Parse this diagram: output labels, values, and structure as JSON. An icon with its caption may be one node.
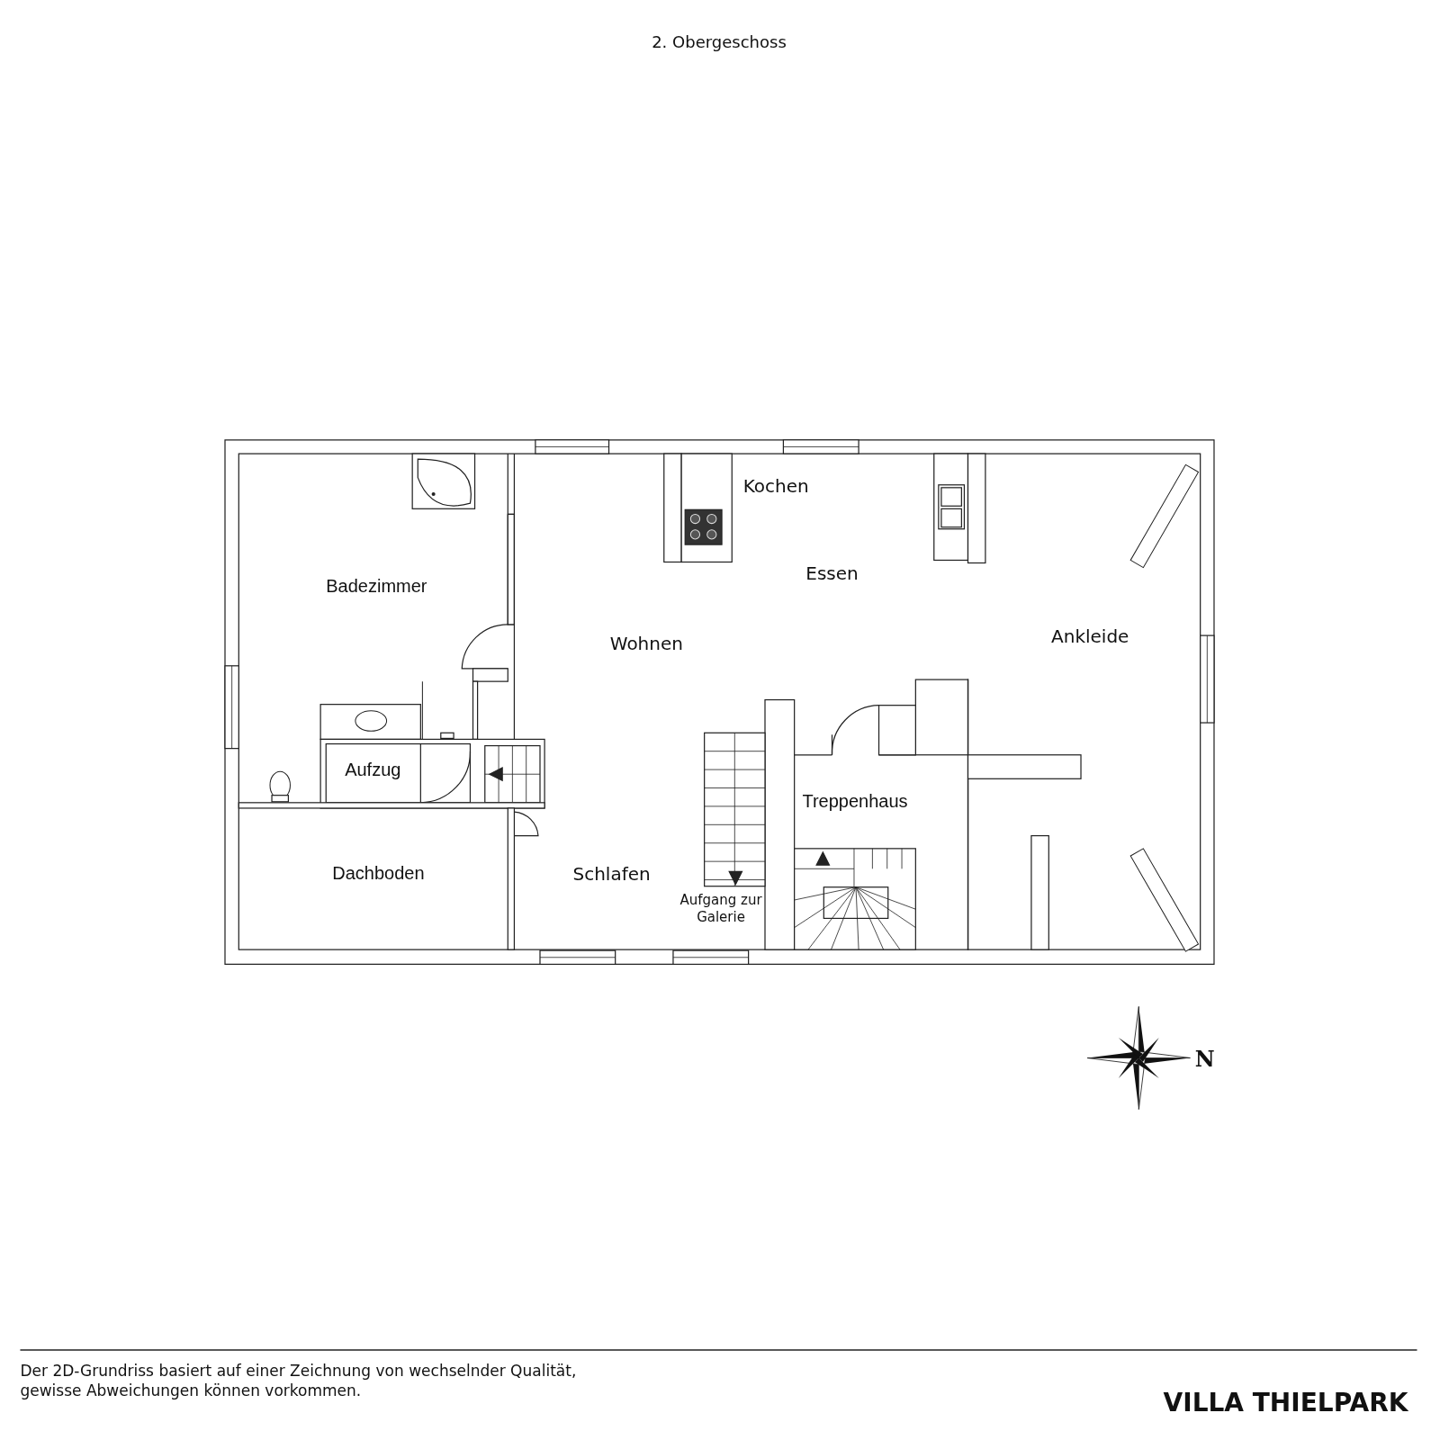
{
  "diagram": {
    "title": "2. Obergeschoss",
    "labels": [
      "Kochen",
      "Essen",
      "Badezimmer",
      "Wohnen",
      "Ankleide",
      "Aufzug",
      "Treppenhaus",
      "Dachboden",
      "Schlafen",
      "Aufgang zur Galerie",
      "N",
      "Der 2D-Grundriss basiert auf einer Zeichnung von wechselnder Qualität, gewisse Abweichungen können vorkommen.",
      "VILLA THIELPARK"
    ]
  }
}
